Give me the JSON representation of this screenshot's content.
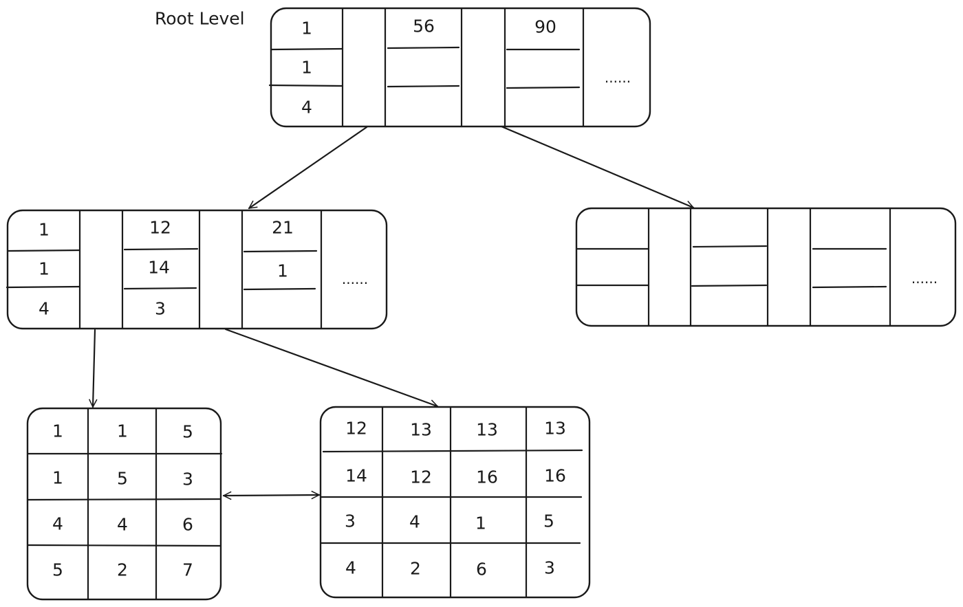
{
  "root_label": "Root Level",
  "root_node": {
    "pointer_col": [
      "1",
      "1",
      "4"
    ],
    "key_a": [
      "56",
      "",
      ""
    ],
    "key_b": [
      "90",
      "",
      ""
    ],
    "ellipsis": "......"
  },
  "left_internal_node": {
    "pointer_col": [
      "1",
      "1",
      "4"
    ],
    "key_a": [
      "12",
      "14",
      "3"
    ],
    "key_b": [
      "21",
      "1",
      ""
    ],
    "ellipsis": "......"
  },
  "right_internal_node": {
    "pointer_col": [
      "",
      "",
      ""
    ],
    "key_a": [
      "",
      "",
      ""
    ],
    "key_b": [
      "",
      "",
      ""
    ],
    "ellipsis": "......"
  },
  "leaf_left": {
    "rows": [
      [
        "1",
        "1",
        "5"
      ],
      [
        "1",
        "5",
        "3"
      ],
      [
        "4",
        "4",
        "6"
      ],
      [
        "5",
        "2",
        "7"
      ]
    ]
  },
  "leaf_right": {
    "rows": [
      [
        "12",
        "13",
        "13",
        "13"
      ],
      [
        "14",
        "12",
        "16",
        "16"
      ],
      [
        "3",
        "4",
        "1",
        "5"
      ],
      [
        "4",
        "2",
        "6",
        "3"
      ]
    ]
  }
}
